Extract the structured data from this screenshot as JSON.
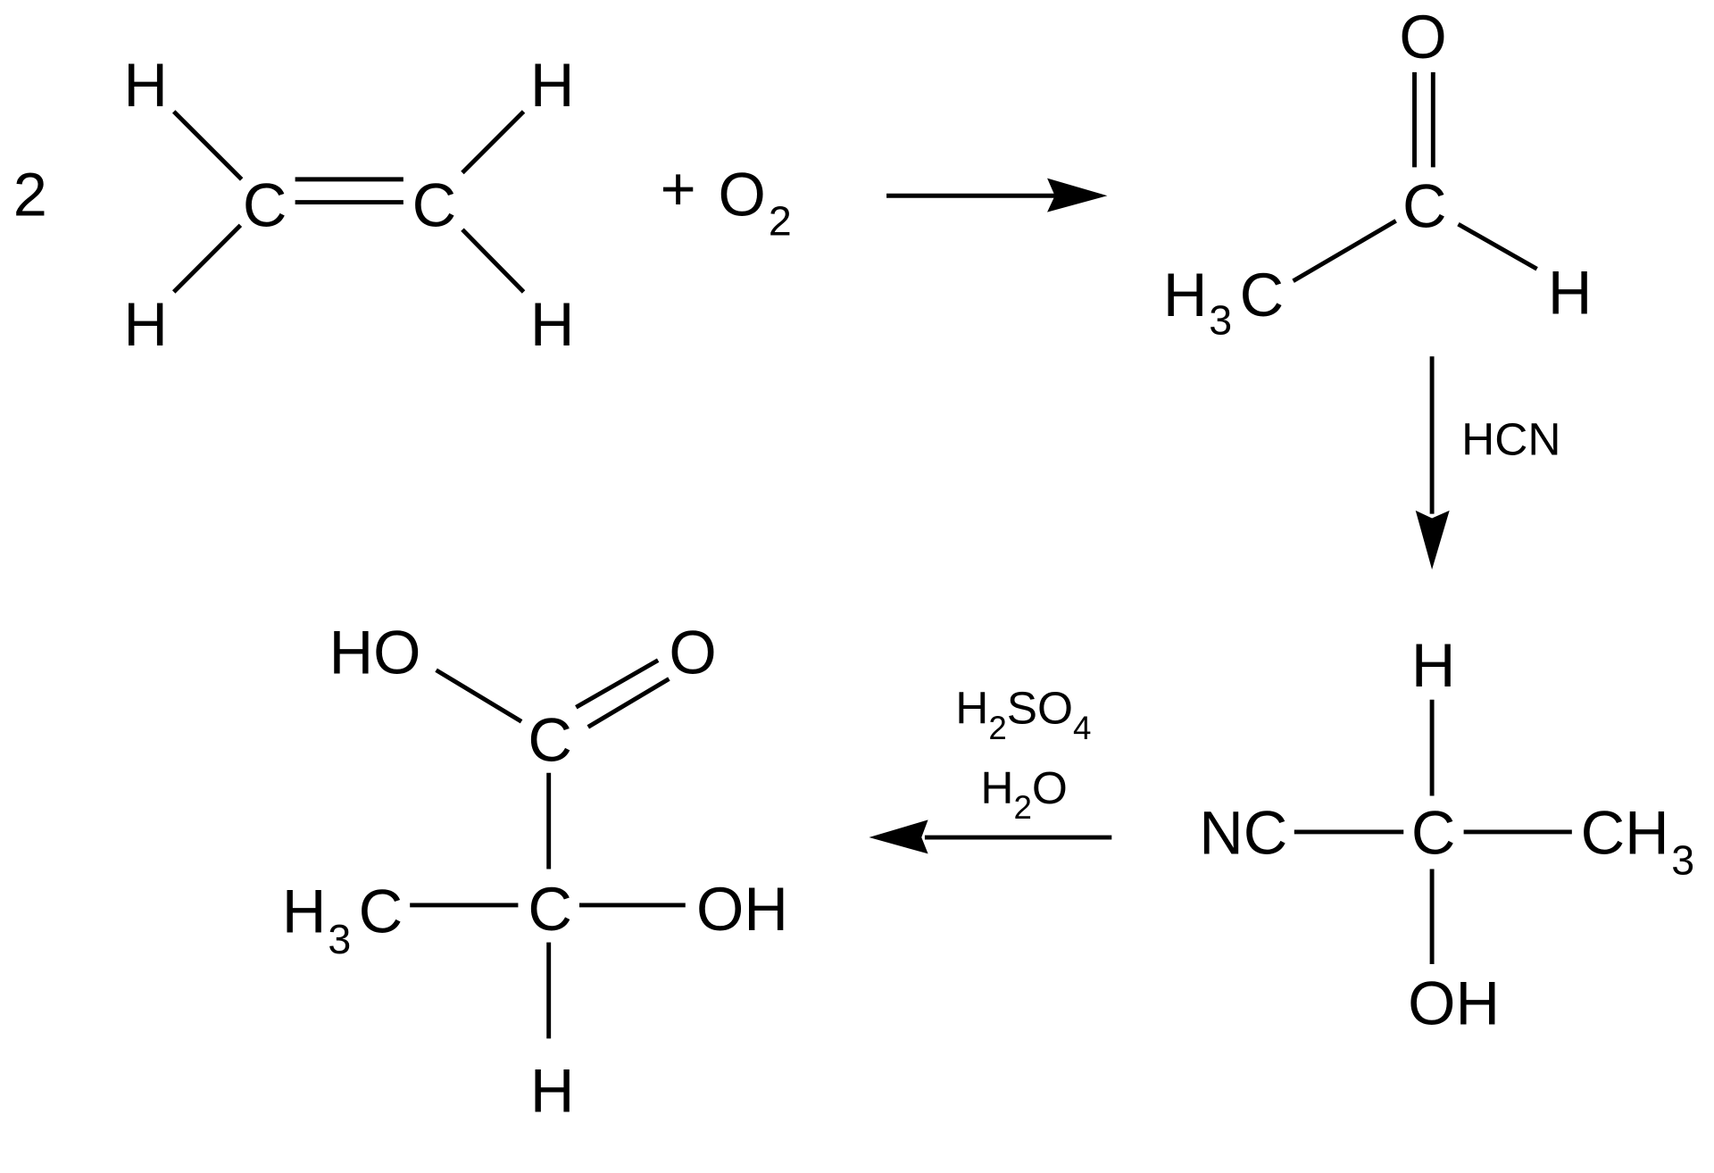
{
  "reactant": {
    "coefficient": "2",
    "h1": "H",
    "h2": "H",
    "h3": "H",
    "h4": "H",
    "c1": "C",
    "c2": "C"
  },
  "oxygen": {
    "plus": "+",
    "o": "O",
    "sub": "2"
  },
  "acetaldehyde": {
    "o": "O",
    "c": "C",
    "h3c_h": "H",
    "h3c_sub": "3",
    "h3c_c": "C",
    "h": "H"
  },
  "step2": {
    "reagent": "HCN"
  },
  "cyanohydrin": {
    "h": "H",
    "nc": "NC",
    "c": "C",
    "ch3": "CH",
    "ch3_sub": "3",
    "oh": "OH"
  },
  "step3": {
    "r1_h": "H",
    "r1_sub2": "2",
    "r1_so": "SO",
    "r1_sub4": "4",
    "r2_h": "H",
    "r2_sub": "2",
    "r2_o": "O"
  },
  "lactic_acid": {
    "ho": "HO",
    "o": "O",
    "c1": "C",
    "h3c_h": "H",
    "h3c_sub": "3",
    "h3c_c": "C",
    "c2": "C",
    "oh": "OH",
    "h": "H"
  }
}
